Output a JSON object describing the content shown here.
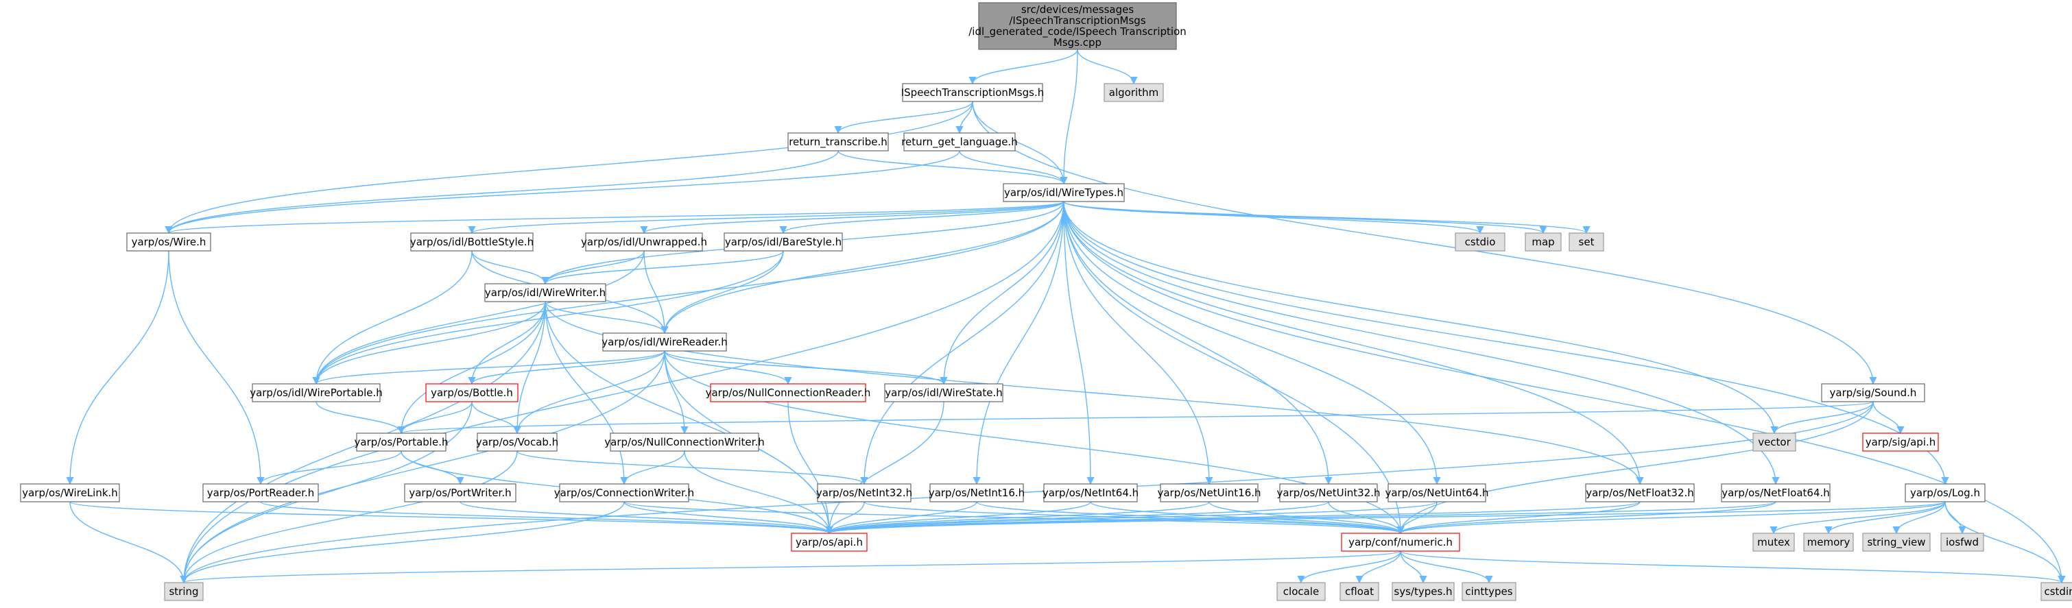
{
  "title": "",
  "colors": {
    "edge": "#63b8ff",
    "root_fill": "#999999",
    "root_border": "#666666",
    "node_fill": "#ffffff",
    "node_border": "#666666",
    "system_fill": "#e0e0e0",
    "system_border": "#999999",
    "truncated_border": "#ff0000"
  },
  "nodes": [
    {
      "id": "root",
      "type": "root",
      "lines": [
        "src/devices/messages",
        "/ISpeechTranscriptionMsgs",
        "/idl_generated_code/ISpeech Transcription",
        "Msgs.cpp"
      ]
    },
    {
      "id": "ispeech_h",
      "type": "file",
      "lines": [
        "ISpeechTranscriptionMsgs.h"
      ]
    },
    {
      "id": "algorithm",
      "type": "system",
      "lines": [
        "algorithm"
      ]
    },
    {
      "id": "return_transcribe",
      "type": "file",
      "lines": [
        "return_transcribe.h"
      ]
    },
    {
      "id": "return_get_language",
      "type": "file",
      "lines": [
        "return_get_language.h"
      ]
    },
    {
      "id": "wiretypes",
      "type": "file",
      "lines": [
        "yarp/os/idl/WireTypes.h"
      ]
    },
    {
      "id": "wire",
      "type": "file",
      "lines": [
        "yarp/os/Wire.h"
      ]
    },
    {
      "id": "bottlestyle",
      "type": "file",
      "lines": [
        "yarp/os/idl/BottleStyle.h"
      ]
    },
    {
      "id": "unwrapped",
      "type": "file",
      "lines": [
        "yarp/os/idl/Unwrapped.h"
      ]
    },
    {
      "id": "barestyle",
      "type": "file",
      "lines": [
        "yarp/os/idl/BareStyle.h"
      ]
    },
    {
      "id": "cstdio",
      "type": "system",
      "lines": [
        "cstdio"
      ]
    },
    {
      "id": "map",
      "type": "system",
      "lines": [
        "map"
      ]
    },
    {
      "id": "set",
      "type": "system",
      "lines": [
        "set"
      ]
    },
    {
      "id": "wirewriter",
      "type": "file",
      "lines": [
        "yarp/os/idl/WireWriter.h"
      ]
    },
    {
      "id": "wirereader",
      "type": "file",
      "lines": [
        "yarp/os/idl/WireReader.h"
      ]
    },
    {
      "id": "wireportable",
      "type": "file",
      "lines": [
        "yarp/os/idl/WirePortable.h"
      ]
    },
    {
      "id": "bottle",
      "type": "truncated",
      "lines": [
        "yarp/os/Bottle.h"
      ]
    },
    {
      "id": "nullconnreader",
      "type": "truncated",
      "lines": [
        "yarp/os/NullConnectionReader.h"
      ]
    },
    {
      "id": "wirestate",
      "type": "file",
      "lines": [
        "yarp/os/idl/WireState.h"
      ]
    },
    {
      "id": "sound",
      "type": "file",
      "lines": [
        "yarp/sig/Sound.h"
      ]
    },
    {
      "id": "vector",
      "type": "system",
      "lines": [
        "vector"
      ]
    },
    {
      "id": "sigapi",
      "type": "truncated",
      "lines": [
        "yarp/sig/api.h"
      ]
    },
    {
      "id": "portable",
      "type": "file",
      "lines": [
        "yarp/os/Portable.h"
      ]
    },
    {
      "id": "vocab",
      "type": "file",
      "lines": [
        "yarp/os/Vocab.h"
      ]
    },
    {
      "id": "nullconnwriter",
      "type": "file",
      "lines": [
        "yarp/os/NullConnectionWriter.h"
      ]
    },
    {
      "id": "wirelink",
      "type": "file",
      "lines": [
        "yarp/os/WireLink.h"
      ]
    },
    {
      "id": "portreader",
      "type": "file",
      "lines": [
        "yarp/os/PortReader.h"
      ]
    },
    {
      "id": "portwriter",
      "type": "file",
      "lines": [
        "yarp/os/PortWriter.h"
      ]
    },
    {
      "id": "connwriter",
      "type": "file",
      "lines": [
        "yarp/os/ConnectionWriter.h"
      ]
    },
    {
      "id": "netint32",
      "type": "file",
      "lines": [
        "yarp/os/NetInt32.h"
      ]
    },
    {
      "id": "netint16",
      "type": "file",
      "lines": [
        "yarp/os/NetInt16.h"
      ]
    },
    {
      "id": "netint64",
      "type": "file",
      "lines": [
        "yarp/os/NetInt64.h"
      ]
    },
    {
      "id": "netuint16",
      "type": "file",
      "lines": [
        "yarp/os/NetUint16.h"
      ]
    },
    {
      "id": "netuint32",
      "type": "file",
      "lines": [
        "yarp/os/NetUint32.h"
      ]
    },
    {
      "id": "netuint64",
      "type": "file",
      "lines": [
        "yarp/os/NetUint64.h"
      ]
    },
    {
      "id": "netfloat32",
      "type": "file",
      "lines": [
        "yarp/os/NetFloat32.h"
      ]
    },
    {
      "id": "netfloat64",
      "type": "file",
      "lines": [
        "yarp/os/NetFloat64.h"
      ]
    },
    {
      "id": "log",
      "type": "file",
      "lines": [
        "yarp/os/Log.h"
      ]
    },
    {
      "id": "osapi",
      "type": "truncated",
      "lines": [
        "yarp/os/api.h"
      ]
    },
    {
      "id": "numeric",
      "type": "truncated",
      "lines": [
        "yarp/conf/numeric.h"
      ]
    },
    {
      "id": "mutex",
      "type": "system",
      "lines": [
        "mutex"
      ]
    },
    {
      "id": "memory",
      "type": "system",
      "lines": [
        "memory"
      ]
    },
    {
      "id": "string_view",
      "type": "system",
      "lines": [
        "string_view"
      ]
    },
    {
      "id": "iosfwd",
      "type": "system",
      "lines": [
        "iosfwd"
      ]
    },
    {
      "id": "string",
      "type": "system",
      "lines": [
        "string"
      ]
    },
    {
      "id": "clocale",
      "type": "system",
      "lines": [
        "clocale"
      ]
    },
    {
      "id": "cfloat",
      "type": "system",
      "lines": [
        "cfloat"
      ]
    },
    {
      "id": "systypes",
      "type": "system",
      "lines": [
        "sys/types.h"
      ]
    },
    {
      "id": "cinttypes",
      "type": "system",
      "lines": [
        "cinttypes"
      ]
    },
    {
      "id": "cstdint",
      "type": "system",
      "lines": [
        "cstdint"
      ]
    }
  ],
  "edges": [
    [
      "root",
      "ispeech_h"
    ],
    [
      "root",
      "algorithm"
    ],
    [
      "root",
      "wiretypes"
    ],
    [
      "ispeech_h",
      "return_transcribe"
    ],
    [
      "ispeech_h",
      "return_get_language"
    ],
    [
      "ispeech_h",
      "wiretypes"
    ],
    [
      "ispeech_h",
      "wire"
    ],
    [
      "ispeech_h",
      "sound"
    ],
    [
      "return_transcribe",
      "wiretypes"
    ],
    [
      "return_transcribe",
      "wire"
    ],
    [
      "return_get_language",
      "wiretypes"
    ],
    [
      "return_get_language",
      "wire"
    ],
    [
      "wiretypes",
      "wire"
    ],
    [
      "wiretypes",
      "bottlestyle"
    ],
    [
      "wiretypes",
      "unwrapped"
    ],
    [
      "wiretypes",
      "barestyle"
    ],
    [
      "wiretypes",
      "cstdio"
    ],
    [
      "wiretypes",
      "map"
    ],
    [
      "wiretypes",
      "set"
    ],
    [
      "wiretypes",
      "vector"
    ],
    [
      "wiretypes",
      "cstdint"
    ],
    [
      "wiretypes",
      "wirewriter"
    ],
    [
      "wiretypes",
      "wirereader"
    ],
    [
      "wiretypes",
      "wireportable"
    ],
    [
      "wiretypes",
      "wirestate"
    ],
    [
      "wiretypes",
      "netint32"
    ],
    [
      "wiretypes",
      "netint16"
    ],
    [
      "wiretypes",
      "netint64"
    ],
    [
      "wiretypes",
      "netuint16"
    ],
    [
      "wiretypes",
      "netuint32"
    ],
    [
      "wiretypes",
      "netuint64"
    ],
    [
      "wiretypes",
      "netfloat32"
    ],
    [
      "wiretypes",
      "netfloat64"
    ],
    [
      "wiretypes",
      "log"
    ],
    [
      "wiretypes",
      "string"
    ],
    [
      "wiretypes",
      "numeric"
    ],
    [
      "wire",
      "wirelink"
    ],
    [
      "wire",
      "portreader"
    ],
    [
      "bottlestyle",
      "wirewriter"
    ],
    [
      "bottlestyle",
      "wirereader"
    ],
    [
      "bottlestyle",
      "wireportable"
    ],
    [
      "unwrapped",
      "wirewriter"
    ],
    [
      "unwrapped",
      "wirereader"
    ],
    [
      "unwrapped",
      "wireportable"
    ],
    [
      "barestyle",
      "wirewriter"
    ],
    [
      "barestyle",
      "wirereader"
    ],
    [
      "barestyle",
      "wireportable"
    ],
    [
      "wirewriter",
      "wirereader"
    ],
    [
      "wirewriter",
      "wireportable"
    ],
    [
      "wirewriter",
      "bottle"
    ],
    [
      "wirewriter",
      "vocab"
    ],
    [
      "wirewriter",
      "connwriter"
    ],
    [
      "wirewriter",
      "osapi"
    ],
    [
      "wirewriter",
      "string"
    ],
    [
      "wirewriter",
      "portable"
    ],
    [
      "wirewriter",
      "netfloat32"
    ],
    [
      "wirereader",
      "wireportable"
    ],
    [
      "wirereader",
      "bottle"
    ],
    [
      "wirereader",
      "nullconnreader"
    ],
    [
      "wirereader",
      "wirestate"
    ],
    [
      "wirereader",
      "nullconnwriter"
    ],
    [
      "wirereader",
      "vocab"
    ],
    [
      "wirereader",
      "string"
    ],
    [
      "wirereader",
      "numeric"
    ],
    [
      "wirereader",
      "osapi"
    ],
    [
      "wireportable",
      "portable"
    ],
    [
      "bottle",
      "portable"
    ],
    [
      "bottle",
      "vocab"
    ],
    [
      "bottle",
      "string"
    ],
    [
      "nullconnreader",
      "osapi"
    ],
    [
      "wirestate",
      "osapi"
    ],
    [
      "sound",
      "vector"
    ],
    [
      "sound",
      "sigapi"
    ],
    [
      "sound",
      "portable"
    ],
    [
      "sound",
      "numeric"
    ],
    [
      "sound",
      "string"
    ],
    [
      "portable",
      "portreader"
    ],
    [
      "portable",
      "portwriter"
    ],
    [
      "portable",
      "osapi"
    ],
    [
      "vocab",
      "netint32"
    ],
    [
      "vocab",
      "string"
    ],
    [
      "nullconnwriter",
      "connwriter"
    ],
    [
      "nullconnwriter",
      "osapi"
    ],
    [
      "wirelink",
      "string"
    ],
    [
      "wirelink",
      "osapi"
    ],
    [
      "portreader",
      "osapi"
    ],
    [
      "portwriter",
      "osapi"
    ],
    [
      "connwriter",
      "osapi"
    ],
    [
      "connwriter",
      "string"
    ],
    [
      "connwriter",
      "numeric"
    ],
    [
      "netint32",
      "osapi"
    ],
    [
      "netint32",
      "numeric"
    ],
    [
      "netint16",
      "osapi"
    ],
    [
      "netint16",
      "numeric"
    ],
    [
      "netint64",
      "osapi"
    ],
    [
      "netint64",
      "numeric"
    ],
    [
      "netuint16",
      "osapi"
    ],
    [
      "netuint16",
      "numeric"
    ],
    [
      "netuint32",
      "osapi"
    ],
    [
      "netuint32",
      "numeric"
    ],
    [
      "netuint64",
      "osapi"
    ],
    [
      "netuint64",
      "numeric"
    ],
    [
      "netfloat32",
      "osapi"
    ],
    [
      "netfloat32",
      "numeric"
    ],
    [
      "netfloat64",
      "osapi"
    ],
    [
      "netfloat64",
      "numeric"
    ],
    [
      "log",
      "mutex"
    ],
    [
      "log",
      "memory"
    ],
    [
      "log",
      "string_view"
    ],
    [
      "log",
      "iosfwd"
    ],
    [
      "log",
      "cstdint"
    ],
    [
      "log",
      "osapi"
    ],
    [
      "log",
      "numeric"
    ],
    [
      "numeric",
      "clocale"
    ],
    [
      "numeric",
      "cfloat"
    ],
    [
      "numeric",
      "systypes"
    ],
    [
      "numeric",
      "cinttypes"
    ],
    [
      "numeric",
      "cstdint"
    ],
    [
      "numeric",
      "string"
    ]
  ]
}
